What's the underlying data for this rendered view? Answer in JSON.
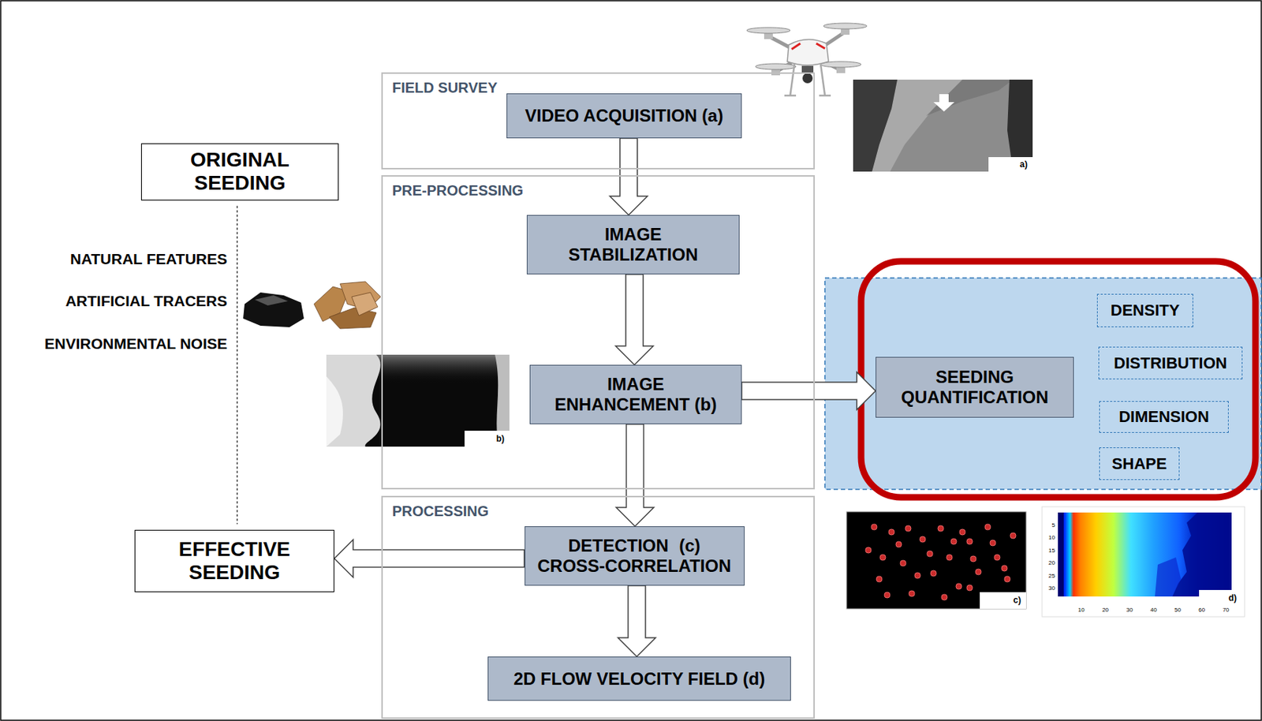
{
  "diagram": {
    "nodes": [
      {
        "text": [
          "FIELD SURVEY"
        ]
      },
      {
        "text": [
          "VIDEO ACQUISITION (a)"
        ],
        "in": 0
      },
      {
        "text": [
          "ORIGINAL SEEDING"
        ]
      },
      {
        "text": [
          "PRE-PROCESSING"
        ]
      },
      {
        "text": [
          "IMAGE STABILIZATION"
        ],
        "in": 3
      },
      {
        "text": [
          "IMAGE ENHANCEMENT (b)"
        ],
        "in": 3
      },
      {
        "text": [
          "SEEDING QUANTIFICATION"
        ]
      },
      {
        "text": [
          "DENSITY"
        ]
      },
      {
        "text": [
          "DISTRIBUTION"
        ]
      },
      {
        "text": [
          "DIMENSION"
        ]
      },
      {
        "text": [
          "SHAPE"
        ]
      },
      {
        "text": [
          "PROCESSING"
        ]
      },
      {
        "text": [
          "EFFECTIVE SEEDING"
        ]
      },
      {
        "text": [
          "DETECTION (c) CROSS-CORRELATION"
        ],
        "in": 11
      },
      {
        "text": [
          "2D FLOW VELOCITY FIELD (d)"
        ],
        "in": 11
      }
    ],
    "edges": [
      {
        "from": 1,
        "to": 4,
        "arrow": "to"
      },
      {
        "from": 4,
        "to": 5,
        "arrow": "to"
      },
      {
        "from": 5,
        "to": 13,
        "arrow": "to"
      },
      {
        "from": 13,
        "to": 14,
        "arrow": "to"
      },
      {
        "from": 5,
        "to": 6,
        "arrow": "to"
      },
      {
        "from": 13,
        "to": 12,
        "arrow": "to"
      },
      {
        "from": 2,
        "to": 12,
        "arrow": "none"
      }
    ],
    "labels": [
      "NATURAL FEATURES",
      "ARTIFICIAL TRACERS",
      "ENVIRONMENTAL NOISE",
      "a)",
      "b)",
      "c)",
      "d)",
      "5",
      "10",
      "15",
      "20",
      "25",
      "30",
      "10",
      "20",
      "30",
      "40",
      "50",
      "60",
      "70"
    ]
  }
}
